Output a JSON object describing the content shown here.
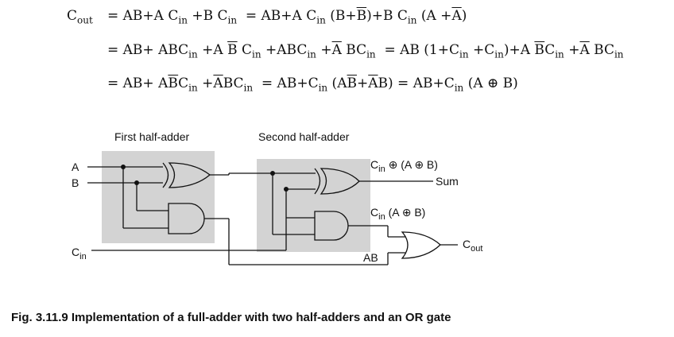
{
  "equations": {
    "line1_lhs": "C",
    "line1_lhs_sub": "out",
    "line1": "= AB+A Cin +B Cin = AB+A Cin (B+B̄)+B Cin (A+Ā)",
    "line2": "= AB+ABCin +A B̄ Cin +ABCin +Ā BCin = AB (1+Cin +Cin)+A B̄Cin +Ā BCin",
    "line3": "= AB+AB̄Cin +ĀBCin = AB+Cin (AB̄+ĀB) = AB+Cin (A ⊕ B)"
  },
  "diagram": {
    "first_half_adder": "First half-adder",
    "second_half_adder": "Second half-adder",
    "input_a": "A",
    "input_b": "B",
    "input_cin_main": "C",
    "input_cin_sub": "in",
    "xor2_label_main": "C",
    "xor2_label_sub": "in",
    "xor2_label_rest": " ⊕ (A ⊕ B)",
    "sum_label": "Sum",
    "and2_label_main": "C",
    "and2_label_sub": "in",
    "and2_label_rest": " (A ⊕ B)",
    "ab_label": "AB",
    "cout_main": "C",
    "cout_sub": "out"
  },
  "caption": "Fig. 3.11.9 Implementation of a full-adder with two half-adders and an OR gate"
}
